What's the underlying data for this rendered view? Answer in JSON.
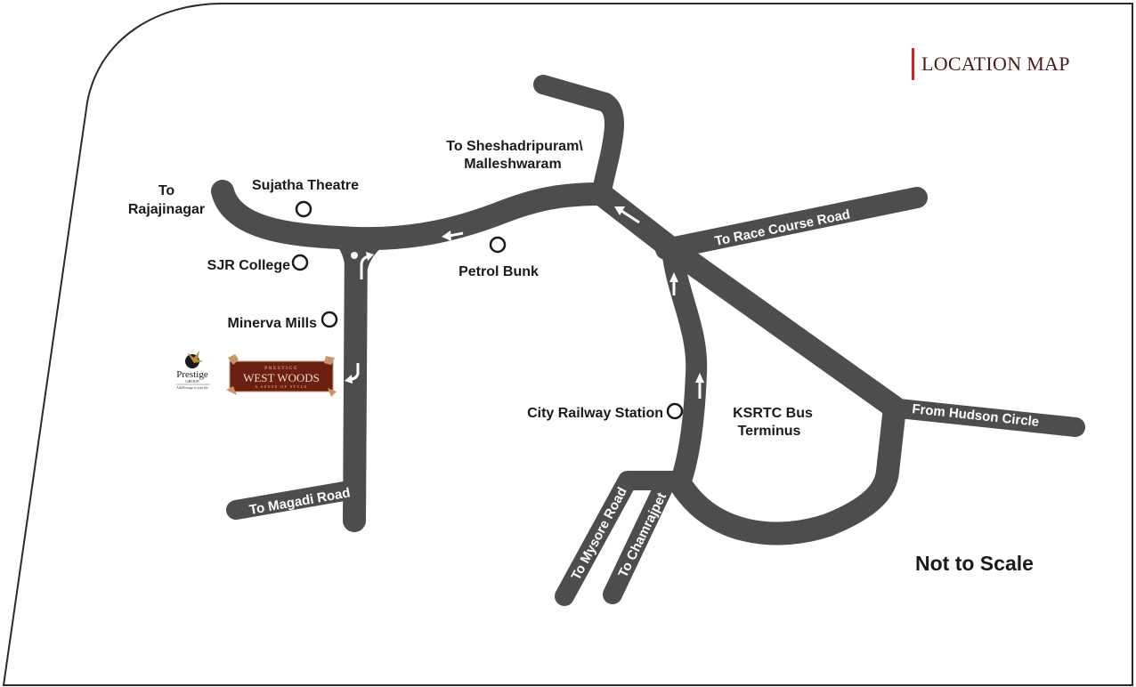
{
  "title": "LOCATION MAP",
  "note": "Not to Scale",
  "colors": {
    "road": "#4d4d4d",
    "title_text": "#4a1a14",
    "title_accent": "#d8222a",
    "label": "#1a1a1a",
    "road_label": "#ffffff",
    "brand_maroon": "#6b1e12"
  },
  "landmarks": [
    {
      "name": "Sujatha Theatre",
      "icon": "circle-marker"
    },
    {
      "name": "SJR College",
      "icon": "circle-marker"
    },
    {
      "name": "Minerva Mills",
      "icon": "circle-marker"
    },
    {
      "name": "Petrol Bunk",
      "icon": "circle-marker"
    },
    {
      "name": "City Railway Station",
      "icon": "circle-marker"
    }
  ],
  "area_labels": {
    "rajajinagar_line1": "To",
    "rajajinagar_line2": "Rajajinagar",
    "sheshadripuram_line1": "To Sheshadripuram\\",
    "sheshadripuram_line2": "Malleshwaram",
    "ksrtc_line1": "KSRTC Bus",
    "ksrtc_line2": "Terminus"
  },
  "road_labels": {
    "race_course": "To Race Course Road",
    "hudson_circle": "From Hudson Circle",
    "magadi": "To Magadi Road",
    "mysore": "To Mysore Road",
    "chamrajpet": "To Chamrajpet"
  },
  "logos": {
    "prestige": {
      "name": "Prestige",
      "sub": "GROUP",
      "tagline": "Add Prestige to your life"
    },
    "west_woods": {
      "top": "PRESTIGE",
      "main": "WEST WOODS",
      "tagline": "A SENSE OF STYLE"
    }
  }
}
